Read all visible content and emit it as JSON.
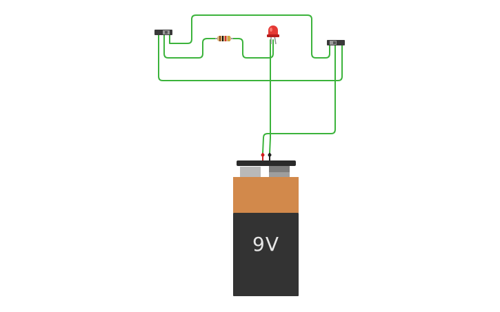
{
  "circuit": {
    "components": [
      "slide-switch",
      "resistor",
      "red-led",
      "slide-switch",
      "9V battery"
    ],
    "battery": {
      "label": "9V"
    },
    "colors": {
      "wire": "#3bb33b",
      "battery_top": "#d2894b",
      "battery_body": "#333333",
      "led": "#e53935",
      "terminal_red": "#cc1f1f",
      "terminal_black": "#222222"
    }
  }
}
